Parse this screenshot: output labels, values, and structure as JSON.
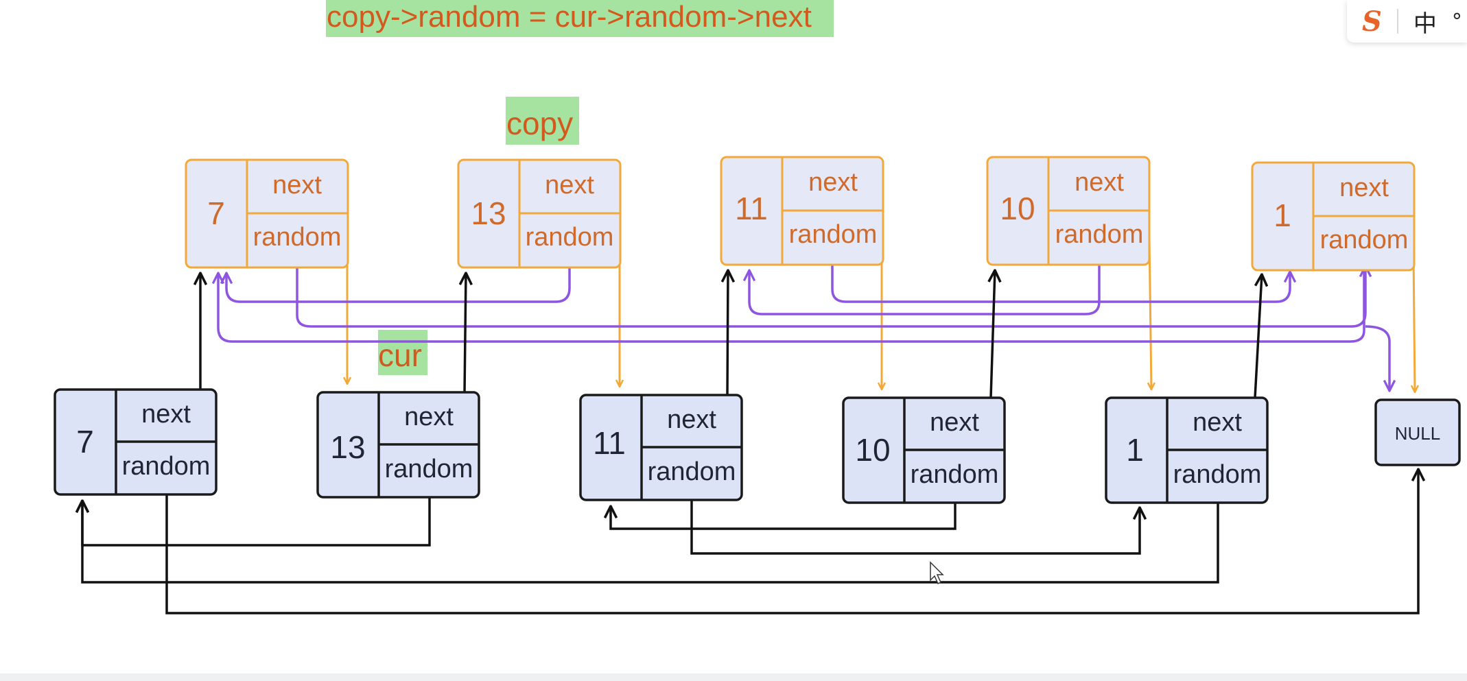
{
  "formula": "copy->random = cur->random->next",
  "pointer_labels": {
    "copy": "copy",
    "cur": "cur"
  },
  "copy_nodes": [
    {
      "value": "7",
      "next_label": "next",
      "random_label": "random"
    },
    {
      "value": "13",
      "next_label": "next",
      "random_label": "random"
    },
    {
      "value": "11",
      "next_label": "next",
      "random_label": "random"
    },
    {
      "value": "10",
      "next_label": "next",
      "random_label": "random"
    },
    {
      "value": "1",
      "next_label": "next",
      "random_label": "random"
    }
  ],
  "original_nodes": [
    {
      "value": "7",
      "next_label": "next",
      "random_label": "random"
    },
    {
      "value": "13",
      "next_label": "next",
      "random_label": "random"
    },
    {
      "value": "11",
      "next_label": "next",
      "random_label": "random"
    },
    {
      "value": "10",
      "next_label": "next",
      "random_label": "random"
    },
    {
      "value": "1",
      "next_label": "next",
      "random_label": "random"
    }
  ],
  "null_label": "NULL",
  "ime": {
    "logo": "S",
    "lang": "中",
    "symbol": "°"
  },
  "colors": {
    "copy_border": "#f2a93b",
    "original_border": "#1a1a1a",
    "random_arrow_copy": "#8d55e0",
    "highlight": "#a6e3a1"
  }
}
